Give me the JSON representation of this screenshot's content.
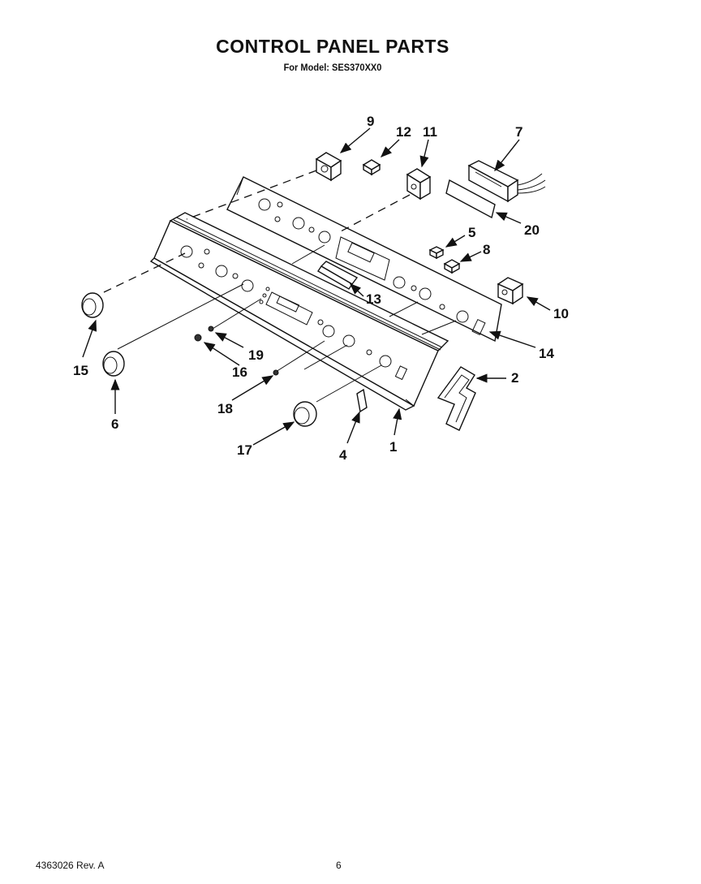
{
  "header": {
    "title": "CONTROL PANEL PARTS",
    "subtitle": "For Model: SES370XX0"
  },
  "footer": {
    "doc_number": "4363026 Rev. A",
    "page_number": "6"
  },
  "callouts": [
    "1",
    "2",
    "4",
    "5",
    "6",
    "7",
    "8",
    "9",
    "10",
    "11",
    "12",
    "13",
    "14",
    "15",
    "16",
    "17",
    "18",
    "19",
    "20"
  ]
}
